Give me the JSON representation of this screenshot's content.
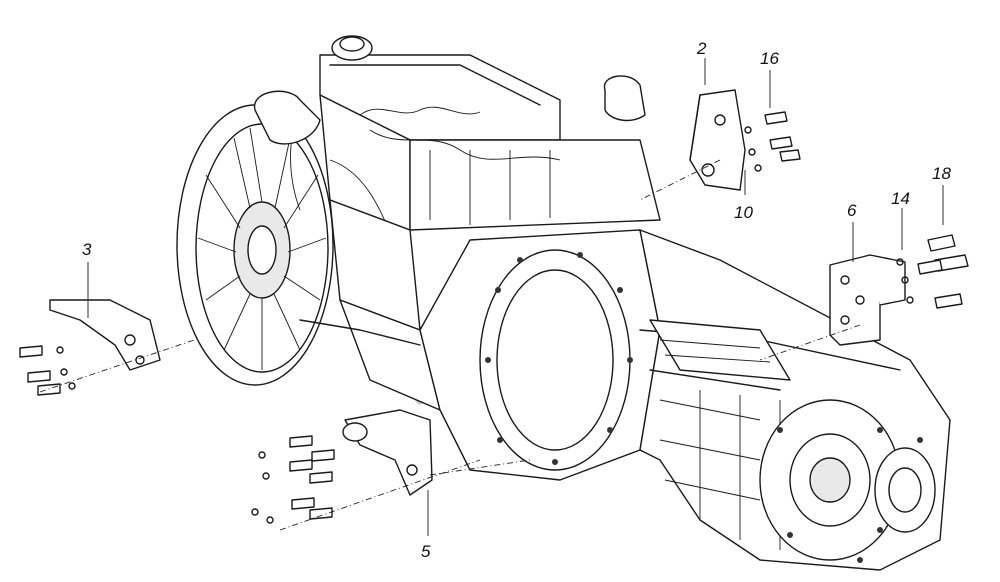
{
  "callouts": {
    "c2": "2",
    "c3": "3",
    "c5": "5",
    "c6": "6",
    "c10": "10",
    "c14": "14",
    "c16": "16",
    "c18": "18"
  },
  "icons": {
    "engine": "engine-gearbox-assembly-icon",
    "fan": "cooling-fan-icon",
    "bolt": "bolt-icon",
    "bracket": "mounting-bracket-icon"
  }
}
